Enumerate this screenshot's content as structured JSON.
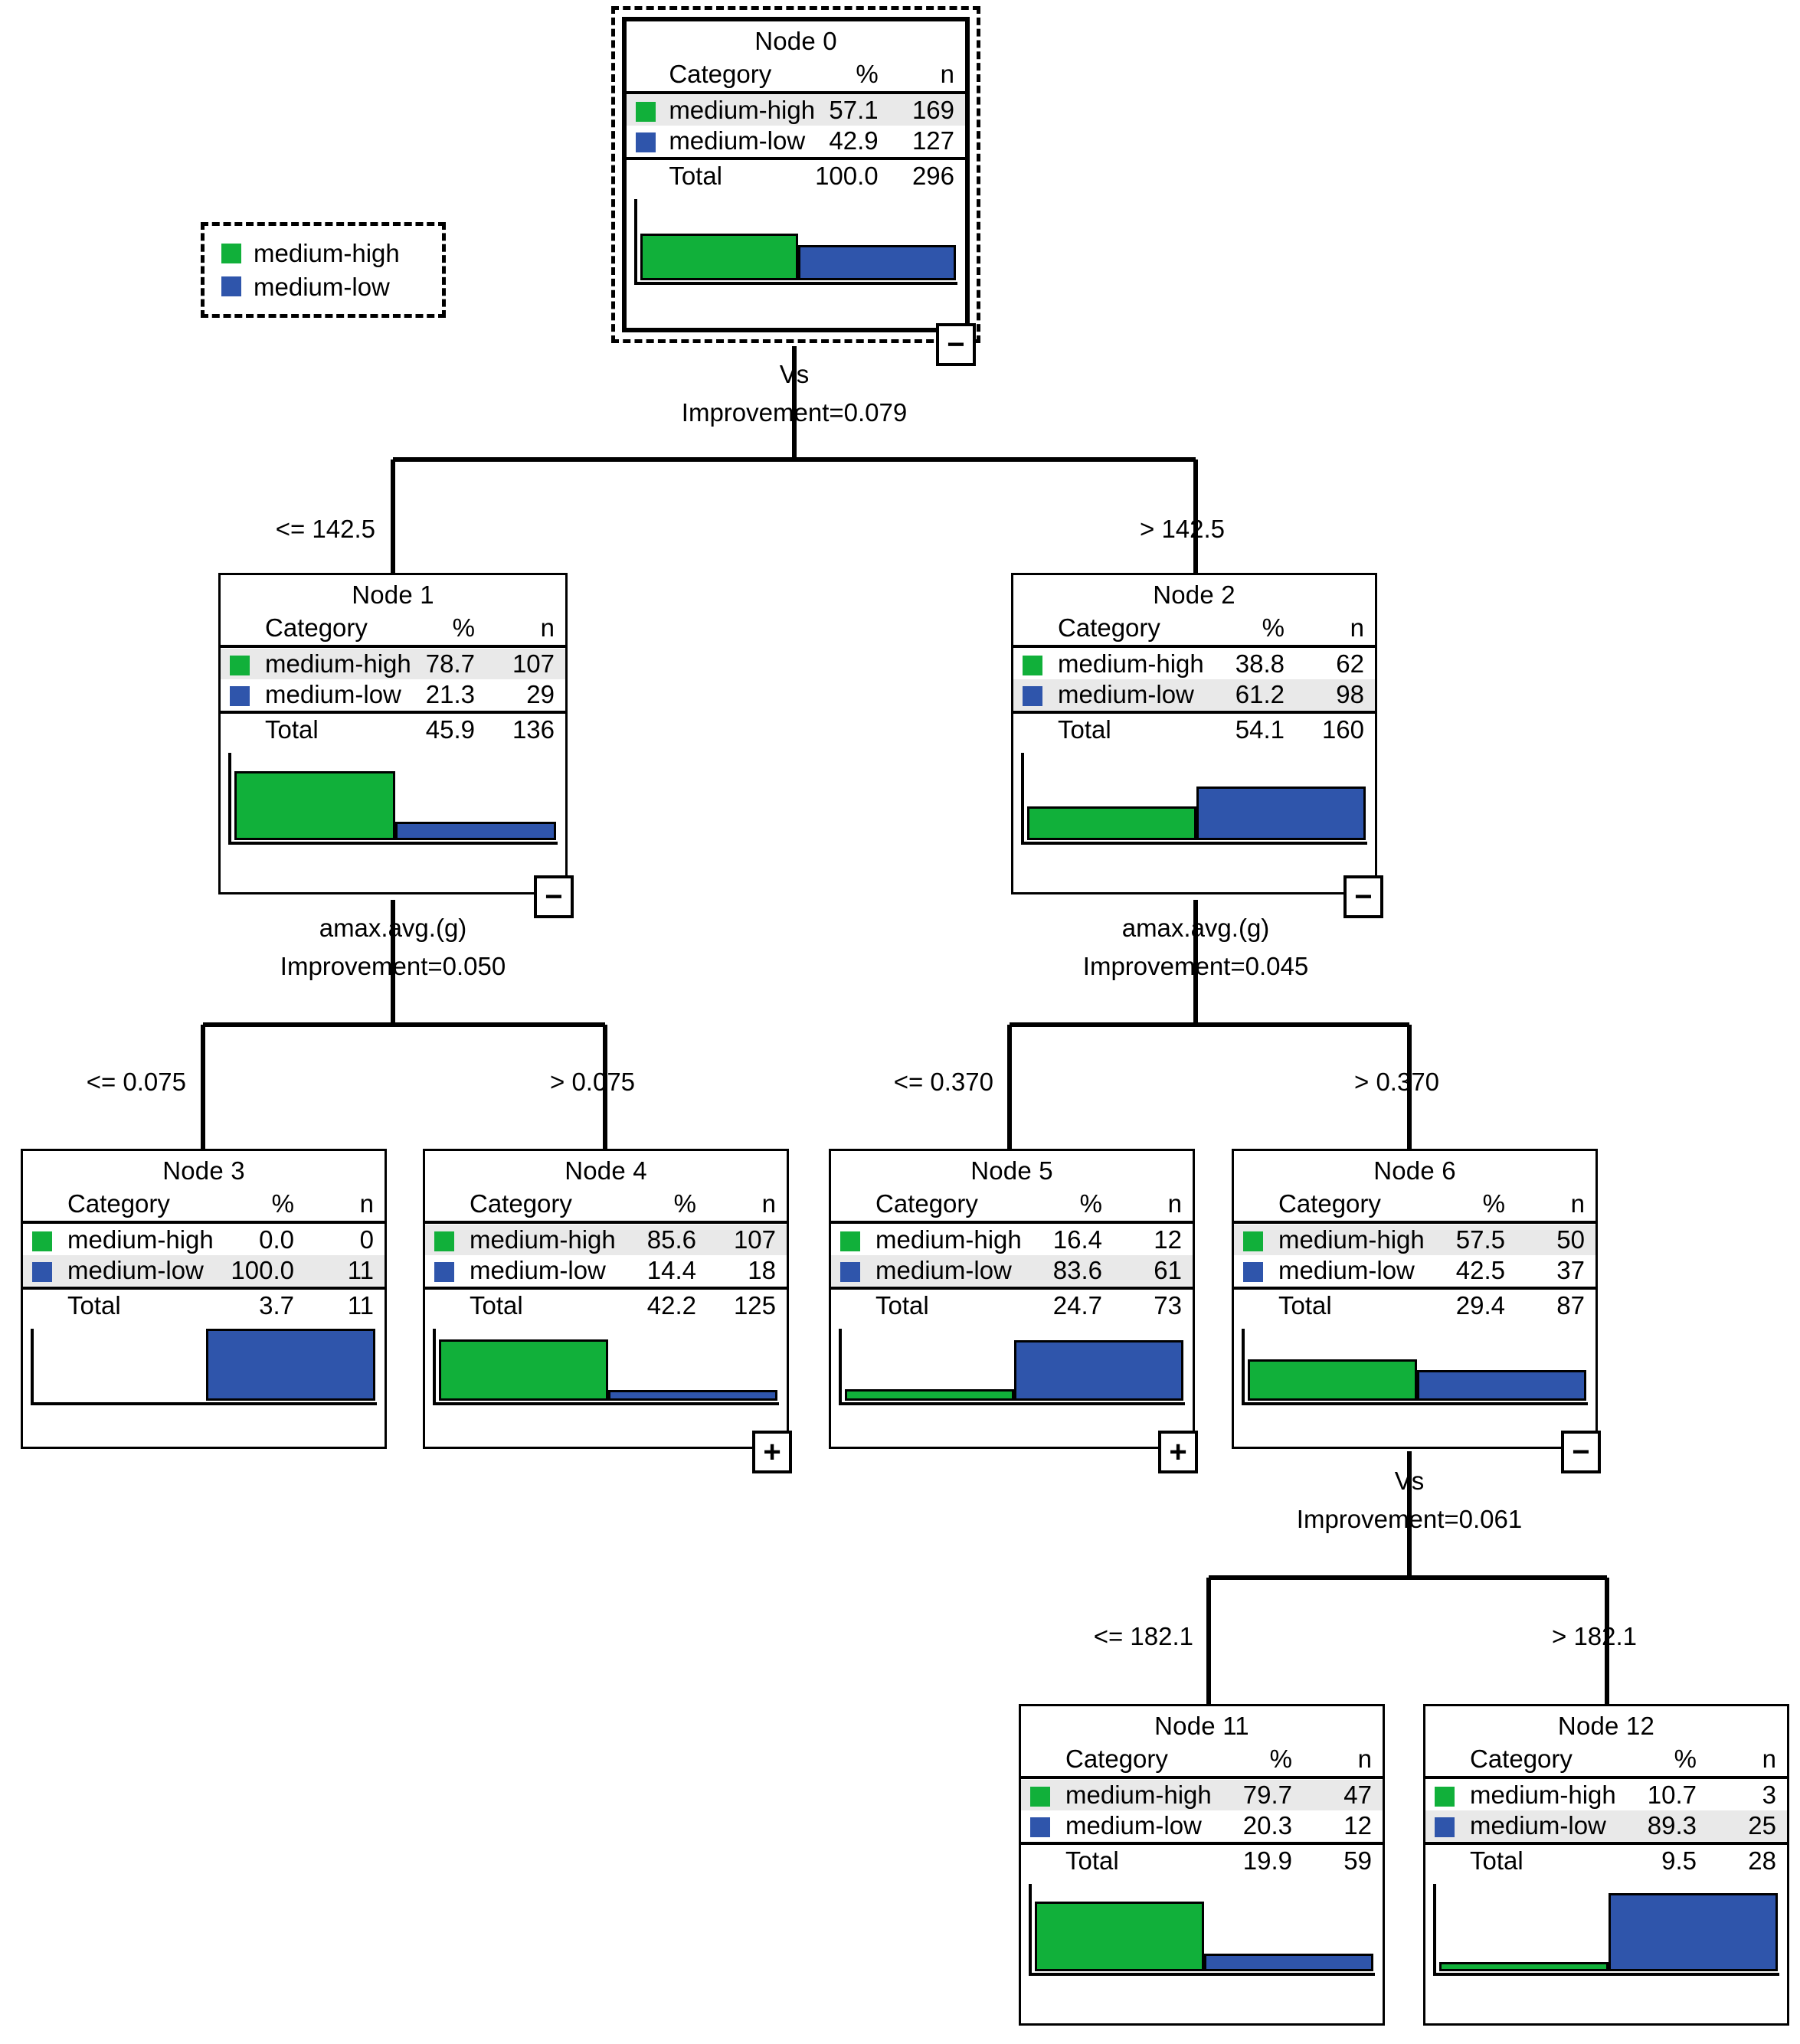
{
  "colors": {
    "medium_high": "#11b03a",
    "medium_low": "#2f55ab",
    "row_highlight": "#e9e9e9",
    "line": "#000000"
  },
  "legend": {
    "name": "legend",
    "items": [
      {
        "label": "medium-high",
        "color": "#11b03a"
      },
      {
        "label": "medium-low",
        "color": "#2f55ab"
      }
    ]
  },
  "table_headers": {
    "category": "Category",
    "percent": "%",
    "n": "n",
    "total": "Total"
  },
  "chart_data": {
    "type": "tree",
    "title": "",
    "target_categories": [
      "medium-high",
      "medium-low"
    ],
    "nodes": [
      {
        "id": "0",
        "title": "Node 0",
        "selected": true,
        "toggle": "-",
        "rows": [
          {
            "category": "medium-high",
            "percent": "57.1",
            "n": "169",
            "value": 57.1,
            "count": 169,
            "highlight": true
          },
          {
            "category": "medium-low",
            "percent": "42.9",
            "n": "127",
            "value": 42.9,
            "count": 127,
            "highlight": false
          }
        ],
        "total": {
          "percent": "100.0",
          "n": "296"
        }
      },
      {
        "id": "1",
        "title": "Node 1",
        "selected": false,
        "toggle": "-",
        "rows": [
          {
            "category": "medium-high",
            "percent": "78.7",
            "n": "107",
            "value": 78.7,
            "count": 107,
            "highlight": true
          },
          {
            "category": "medium-low",
            "percent": "21.3",
            "n": "29",
            "value": 21.3,
            "count": 29,
            "highlight": false
          }
        ],
        "total": {
          "percent": "45.9",
          "n": "136"
        }
      },
      {
        "id": "2",
        "title": "Node 2",
        "selected": false,
        "toggle": "-",
        "rows": [
          {
            "category": "medium-high",
            "percent": "38.8",
            "n": "62",
            "value": 38.8,
            "count": 62,
            "highlight": false
          },
          {
            "category": "medium-low",
            "percent": "61.2",
            "n": "98",
            "value": 61.2,
            "count": 98,
            "highlight": true
          }
        ],
        "total": {
          "percent": "54.1",
          "n": "160"
        }
      },
      {
        "id": "3",
        "title": "Node 3",
        "selected": false,
        "toggle": null,
        "rows": [
          {
            "category": "medium-high",
            "percent": "0.0",
            "n": "0",
            "value": 0.0,
            "count": 0,
            "highlight": false
          },
          {
            "category": "medium-low",
            "percent": "100.0",
            "n": "11",
            "value": 100.0,
            "count": 11,
            "highlight": true
          }
        ],
        "total": {
          "percent": "3.7",
          "n": "11"
        }
      },
      {
        "id": "4",
        "title": "Node 4",
        "selected": false,
        "toggle": "+",
        "rows": [
          {
            "category": "medium-high",
            "percent": "85.6",
            "n": "107",
            "value": 85.6,
            "count": 107,
            "highlight": true
          },
          {
            "category": "medium-low",
            "percent": "14.4",
            "n": "18",
            "value": 14.4,
            "count": 18,
            "highlight": false
          }
        ],
        "total": {
          "percent": "42.2",
          "n": "125"
        }
      },
      {
        "id": "5",
        "title": "Node 5",
        "selected": false,
        "toggle": "+",
        "rows": [
          {
            "category": "medium-high",
            "percent": "16.4",
            "n": "12",
            "value": 16.4,
            "count": 12,
            "highlight": false
          },
          {
            "category": "medium-low",
            "percent": "83.6",
            "n": "61",
            "value": 83.6,
            "count": 61,
            "highlight": true
          }
        ],
        "total": {
          "percent": "24.7",
          "n": "73"
        }
      },
      {
        "id": "6",
        "title": "Node 6",
        "selected": false,
        "toggle": "-",
        "rows": [
          {
            "category": "medium-high",
            "percent": "57.5",
            "n": "50",
            "value": 57.5,
            "count": 50,
            "highlight": true
          },
          {
            "category": "medium-low",
            "percent": "42.5",
            "n": "37",
            "value": 42.5,
            "count": 37,
            "highlight": false
          }
        ],
        "total": {
          "percent": "29.4",
          "n": "87"
        }
      },
      {
        "id": "11",
        "title": "Node 11",
        "selected": false,
        "toggle": null,
        "rows": [
          {
            "category": "medium-high",
            "percent": "79.7",
            "n": "47",
            "value": 79.7,
            "count": 47,
            "highlight": true
          },
          {
            "category": "medium-low",
            "percent": "20.3",
            "n": "12",
            "value": 20.3,
            "count": 12,
            "highlight": false
          }
        ],
        "total": {
          "percent": "19.9",
          "n": "59"
        }
      },
      {
        "id": "12",
        "title": "Node 12",
        "selected": false,
        "toggle": null,
        "rows": [
          {
            "category": "medium-high",
            "percent": "10.7",
            "n": "3",
            "value": 10.7,
            "count": 3,
            "highlight": false
          },
          {
            "category": "medium-low",
            "percent": "89.3",
            "n": "25",
            "value": 89.3,
            "count": 25,
            "highlight": true
          }
        ],
        "total": {
          "percent": "9.5",
          "n": "28"
        }
      }
    ],
    "splits": [
      {
        "parent": "0",
        "variable": "Vs",
        "improvement": "Improvement=0.079",
        "branches": [
          {
            "label": "<= 142.5",
            "child": "1"
          },
          {
            "label": "> 142.5",
            "child": "2"
          }
        ]
      },
      {
        "parent": "1",
        "variable": "amax.avg.(g)",
        "improvement": "Improvement=0.050",
        "branches": [
          {
            "label": "<= 0.075",
            "child": "3"
          },
          {
            "label": "> 0.075",
            "child": "4"
          }
        ]
      },
      {
        "parent": "2",
        "variable": "amax.avg.(g)",
        "improvement": "Improvement=0.045",
        "branches": [
          {
            "label": "<= 0.370",
            "child": "5"
          },
          {
            "label": "> 0.370",
            "child": "6"
          }
        ]
      },
      {
        "parent": "6",
        "variable": "Vs",
        "improvement": "Improvement=0.061",
        "branches": [
          {
            "label": "<= 182.1",
            "child": "11"
          },
          {
            "label": "> 182.1",
            "child": "12"
          }
        ]
      }
    ]
  },
  "labels": {
    "split0_var": "Vs",
    "split0_imp": "Improvement=0.079",
    "split0_left": "<= 142.5",
    "split0_right": "> 142.5",
    "split1_var": "amax.avg.(g)",
    "split1_imp": "Improvement=0.050",
    "split1_left": "<= 0.075",
    "split1_right": "> 0.075",
    "split2_var": "amax.avg.(g)",
    "split2_imp": "Improvement=0.045",
    "split2_left": "<= 0.370",
    "split2_right": "> 0.370",
    "split3_var": "Vs",
    "split3_imp": "Improvement=0.061",
    "split3_left": "<= 182.1",
    "split3_right": "> 182.1"
  }
}
